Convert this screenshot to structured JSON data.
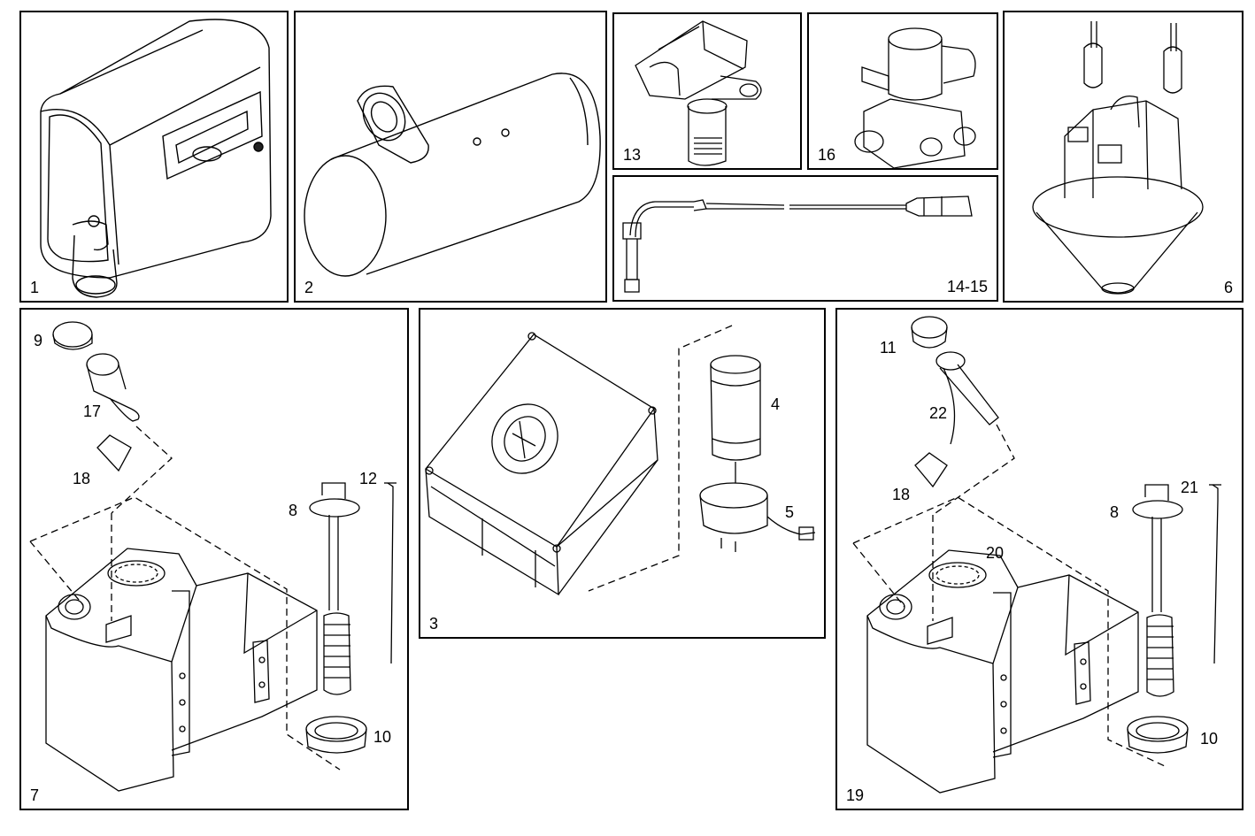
{
  "panels": [
    {
      "id": "1",
      "label": "1"
    },
    {
      "id": "2",
      "label": "2"
    },
    {
      "id": "13",
      "label": "13"
    },
    {
      "id": "16",
      "label": "16"
    },
    {
      "id": "14-15",
      "label": "14-15"
    },
    {
      "id": "6",
      "label": "6"
    },
    {
      "id": "7",
      "label": "7",
      "callouts": [
        "9",
        "17",
        "18",
        "12",
        "8",
        "10"
      ]
    },
    {
      "id": "3",
      "label": "3",
      "callouts": [
        "4",
        "5"
      ]
    },
    {
      "id": "19",
      "label": "19",
      "callouts": [
        "11",
        "22",
        "18",
        "21",
        "8",
        "20",
        "10"
      ]
    }
  ]
}
